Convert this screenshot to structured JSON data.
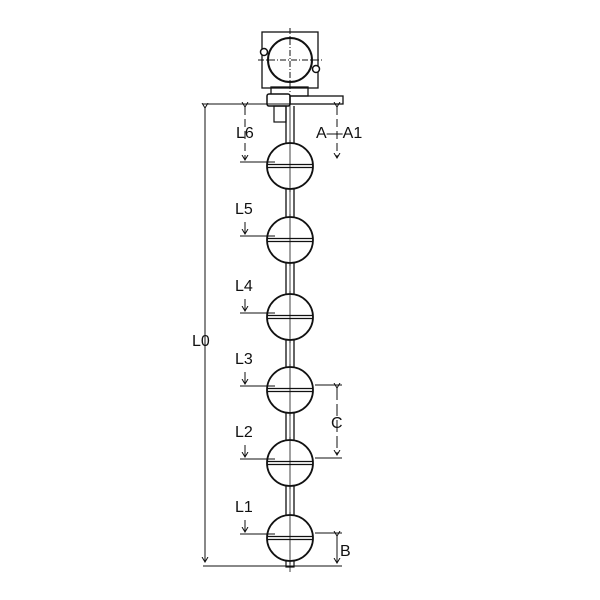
{
  "labels": {
    "total_length": "L0",
    "float_distances": [
      "L1",
      "L2",
      "L3",
      "L4",
      "L5",
      "L6"
    ],
    "head_offset": "A—A1",
    "float_spacing": "C",
    "bottom_offset": "B"
  },
  "colors": {
    "line": "#111111",
    "background": "#ffffff"
  }
}
